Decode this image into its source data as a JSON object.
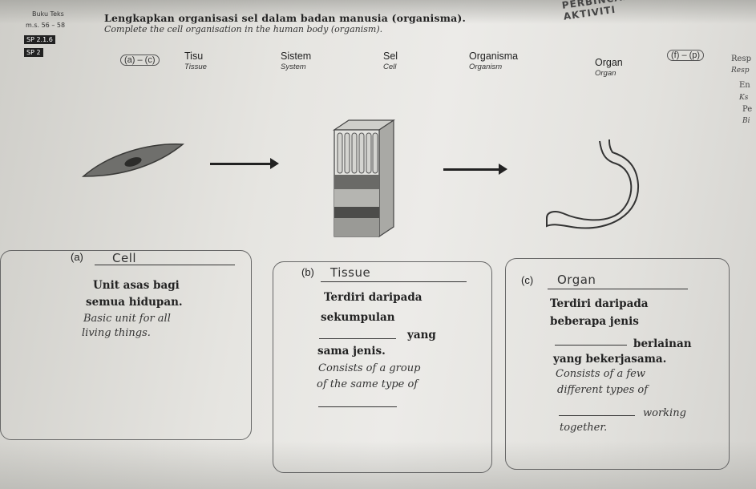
{
  "header": {
    "banner": "PERBINCANG AKTIVITI",
    "book_ref": "Buku Teks",
    "page_ref": "m.s. 56 – 58",
    "sp1": "SP 2.1.6",
    "sp2": "SP 2"
  },
  "title": {
    "ms": "Lengkapkan organisasi sel dalam badan manusia (organisma).",
    "en": "Complete the cell organisation in the human body (organism)."
  },
  "chain": {
    "left_label": "(a) – (c)",
    "right_label": "(f) – (p)",
    "items": [
      {
        "ms": "Tisu",
        "en": "Tissue"
      },
      {
        "ms": "Sistem",
        "en": "System"
      },
      {
        "ms": "Sel",
        "en": "Cell"
      },
      {
        "ms": "Organisma",
        "en": "Organism"
      },
      {
        "ms": "Organ",
        "en": "Organ"
      }
    ]
  },
  "side": {
    "a": "Resp",
    "b": "Resp",
    "c": "En",
    "d": "Ks",
    "e": "Pe",
    "f": "Bi"
  },
  "cards": [
    {
      "tag": "(a)",
      "answer": "Cell",
      "ms_lines": [
        "Unit asas bagi",
        "semua hidupan."
      ],
      "en_lines": [
        "Basic unit for all",
        "living things."
      ]
    },
    {
      "tag": "(b)",
      "answer": "Tissue",
      "ms_lines": [
        "Terdiri daripada",
        "sekumpulan",
        "yang",
        "sama jenis."
      ],
      "en_lines": [
        "Consists of a group",
        "of the same type of"
      ]
    },
    {
      "tag": "(c)",
      "answer": "Organ",
      "ms_lines": [
        "Terdiri daripada",
        "beberapa jenis",
        "berlainan",
        "yang bekerjasama."
      ],
      "en_lines": [
        "Consists of a few",
        "different types of",
        "working",
        "together."
      ]
    }
  ],
  "colors": {
    "ink": "#222222",
    "paper": "#e8e7e3",
    "border": "#666666"
  }
}
